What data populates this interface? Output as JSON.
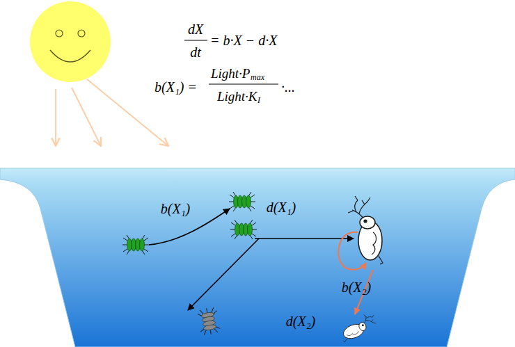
{
  "diagram": {
    "labels": [
      "dX",
      "dt",
      "= b·X − d·X",
      "b(X₁) =",
      "Light·P",
      "max",
      "Light·K",
      "I",
      "·...",
      "b(X₁)",
      "d(X₁)",
      "b(X₂)",
      "d(X₂)"
    ]
  }
}
